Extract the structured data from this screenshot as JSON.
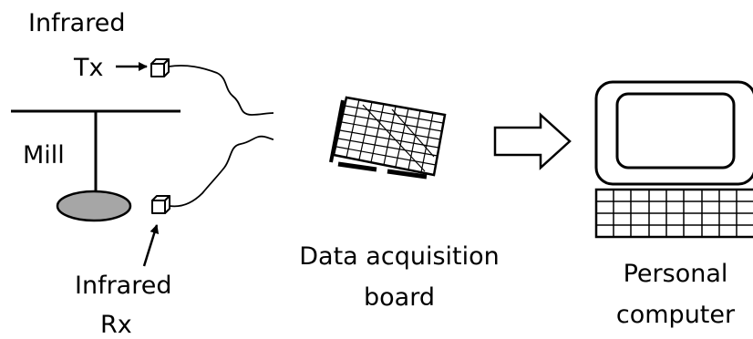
{
  "labels": {
    "infrared_tx_line1": "Infrared",
    "infrared_tx_line2": "Tx",
    "mill": "Mill",
    "infrared_rx_line1": "Infrared",
    "infrared_rx_line2": "Rx",
    "daq_line1": "Data acquisition",
    "daq_line2": "board",
    "pc_line1": "Personal",
    "pc_line2": "computer"
  },
  "colors": {
    "stroke": "#000000",
    "mill_fill": "#a6a6a6",
    "background": "#ffffff"
  }
}
